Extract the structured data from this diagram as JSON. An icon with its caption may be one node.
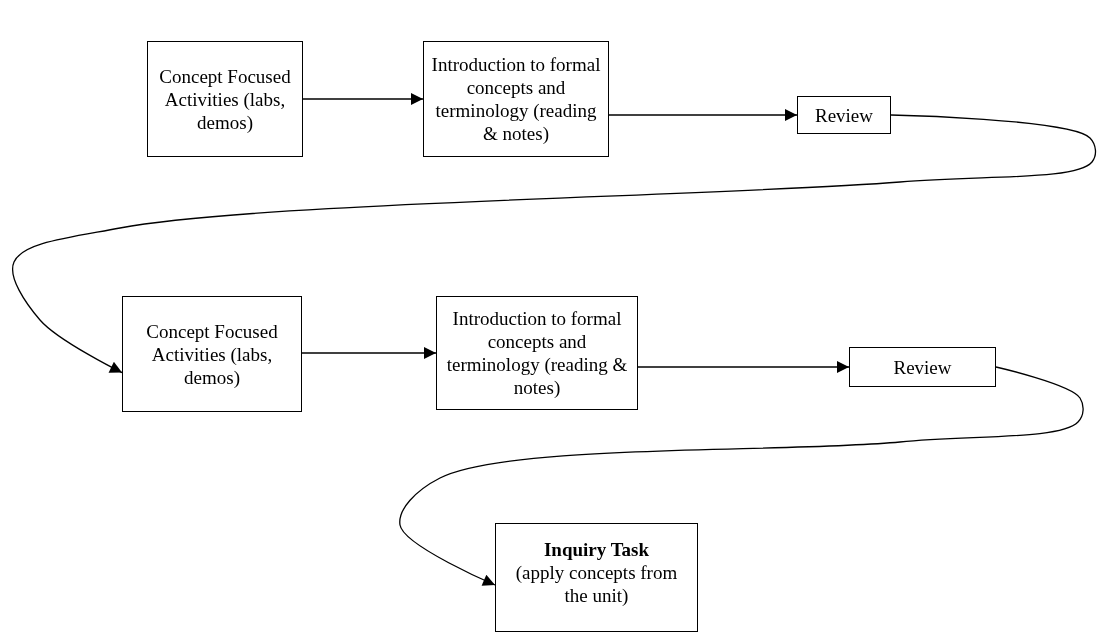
{
  "diagram": {
    "nodes": [
      {
        "text": [
          "Concept Focused Activities (labs, demos)"
        ]
      },
      {
        "text": [
          "Introduction to formal concepts and terminology (reading & notes)"
        ]
      },
      {
        "text": [
          "Review"
        ]
      },
      {
        "text": [
          "Concept Focused Activities (labs, demos)"
        ]
      },
      {
        "text": [
          "Introduction to formal concepts and terminology (reading & notes)"
        ]
      },
      {
        "text": [
          "Review"
        ]
      },
      {
        "text": [
          "Inquiry Task",
          "(apply concepts from the unit)"
        ]
      }
    ],
    "edges": [
      {
        "from": 0,
        "to": 1,
        "arrow": "to"
      },
      {
        "from": 1,
        "to": 2,
        "arrow": "to"
      },
      {
        "from": 2,
        "to": 3,
        "arrow": "to"
      },
      {
        "from": 3,
        "to": 4,
        "arrow": "to"
      },
      {
        "from": 4,
        "to": 5,
        "arrow": "to"
      },
      {
        "from": 5,
        "to": 6,
        "arrow": "to"
      }
    ]
  }
}
